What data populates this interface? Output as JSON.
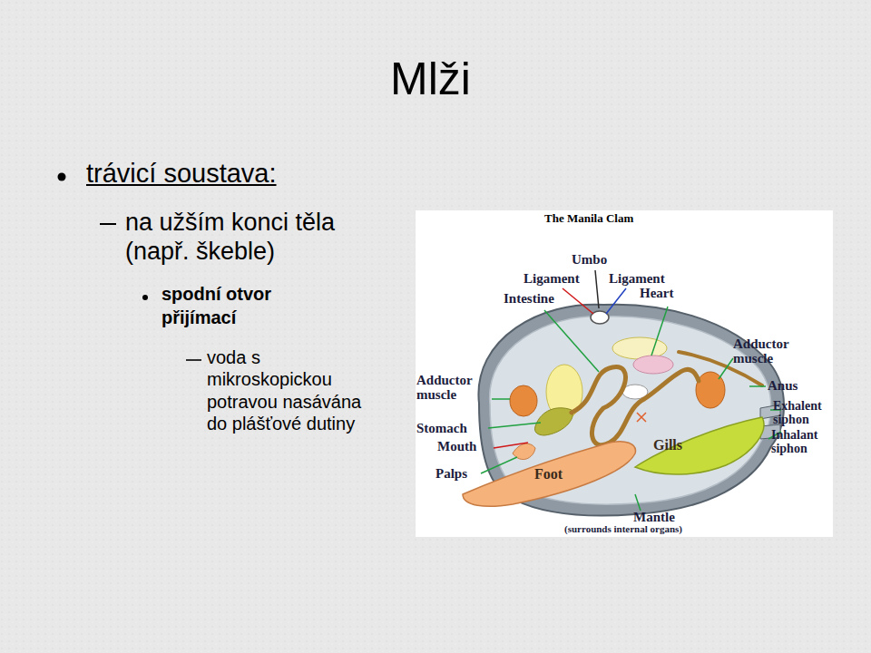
{
  "diagram": {
    "title": "Mlži",
    "nodes": [
      {
        "text": [
          "Gills"
        ]
      },
      {
        "text": [
          "Foot"
        ]
      }
    ],
    "labels": [
      "trávicí soustava:",
      "na užším konci těla (např. škeble)",
      "spodní otvor přijímací",
      "voda s mikroskopickou potravou nasávána do plášťové dutiny",
      "The Manila Clam",
      "Umbo",
      "Ligament",
      "Ligament",
      "Intestine",
      "Heart",
      "Adductor muscle",
      "Anus",
      "Exhalent siphon",
      "Inhalant siphon",
      "Adductor muscle",
      "Stomach",
      "Mouth",
      "Palps",
      "Mantle",
      "(surrounds internal organs)"
    ]
  }
}
